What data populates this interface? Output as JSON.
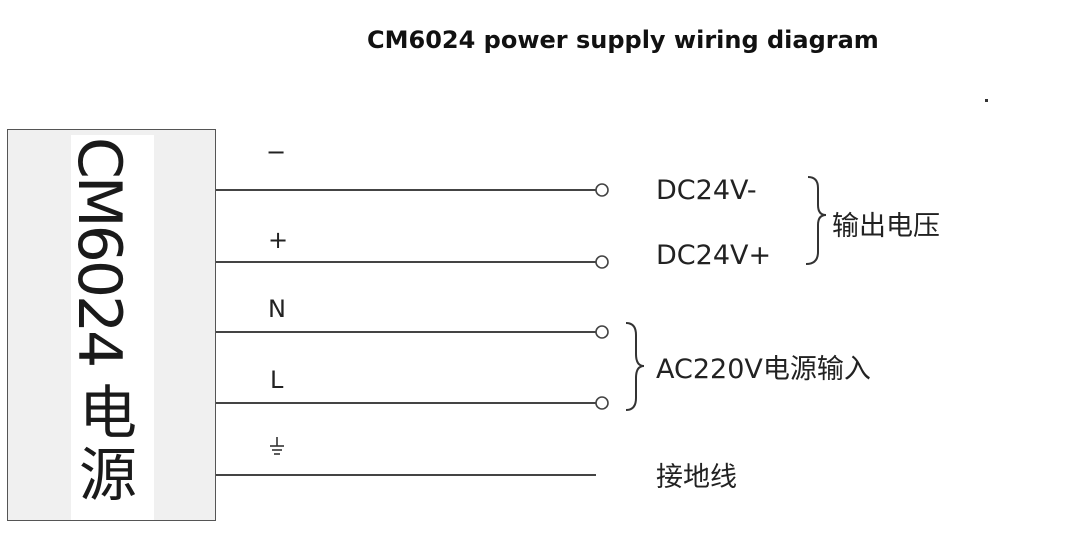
{
  "title": "CM6024 power supply wiring diagram",
  "device": {
    "model": "CM6024",
    "char1": "电",
    "char2": "源"
  },
  "terminals": {
    "minus": "−",
    "plus": "+",
    "n": "N",
    "l": "L",
    "ground_symbol": "⏚"
  },
  "labels": {
    "dc_minus": "DC24V-",
    "dc_plus": "DC24V+",
    "output_voltage": "输出电压",
    "ac_input": "AC220V电源输入",
    "ground_wire": "接地线"
  }
}
